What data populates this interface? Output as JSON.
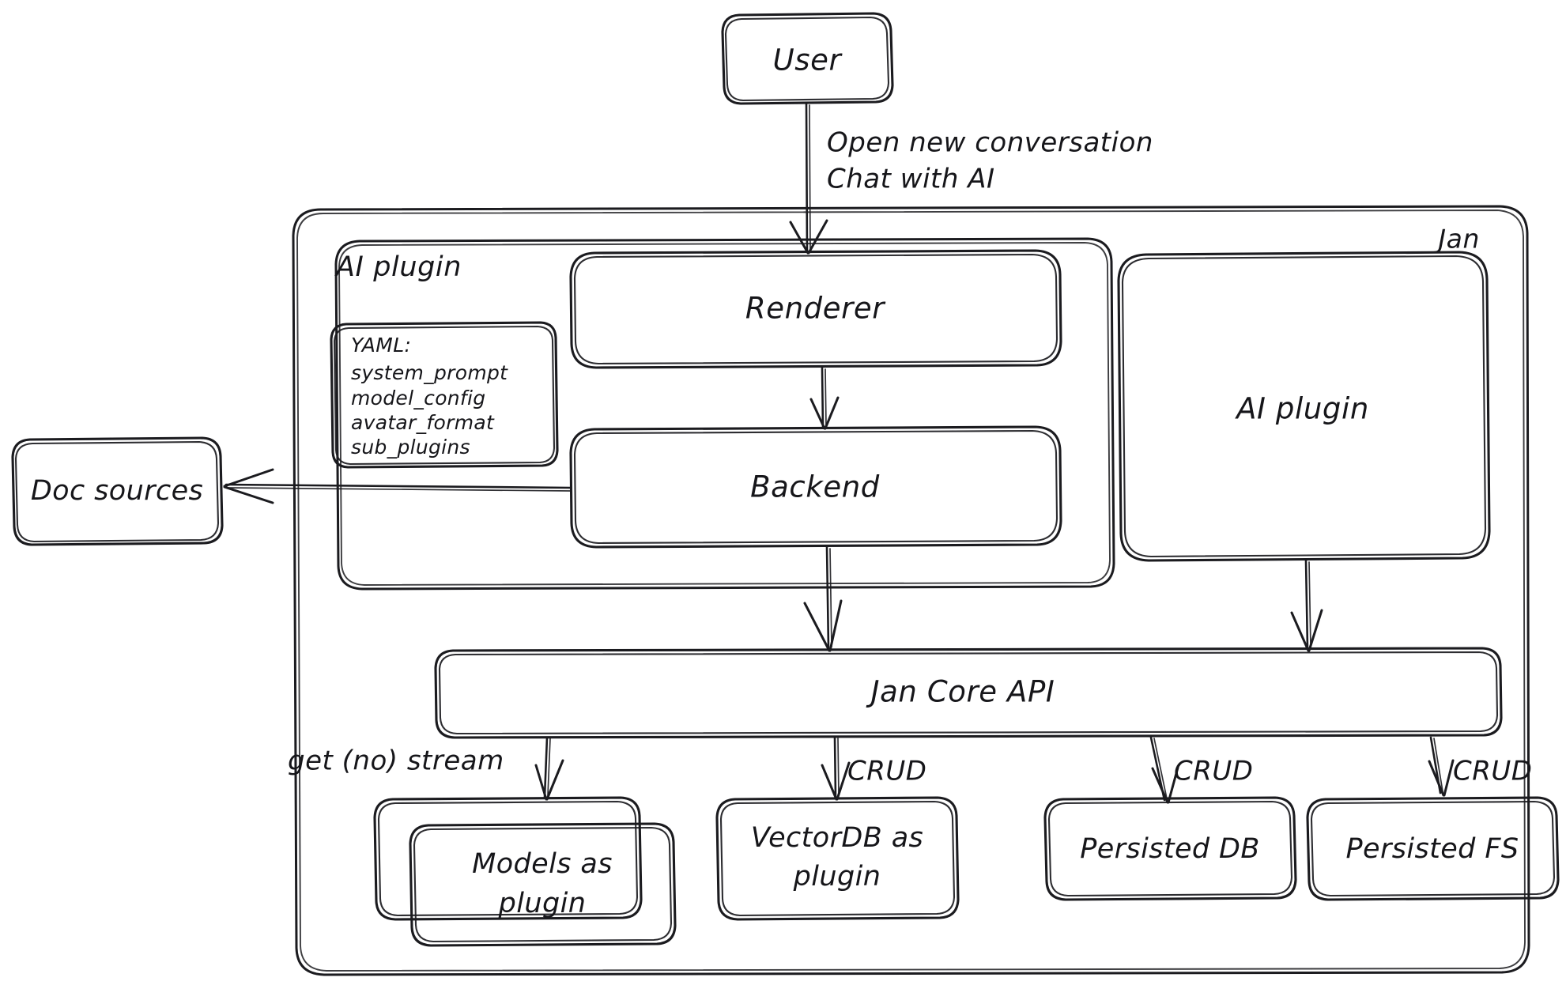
{
  "diagram": {
    "title": "Jan architecture diagram",
    "style": "hand-drawn",
    "stroke_color": "#1b1b1f",
    "background_color": "#ffffff",
    "text_color": "#16161a"
  },
  "containers": {
    "jan": {
      "label": "Jan"
    },
    "ai_plugin_group": {
      "label": "AI plugin"
    }
  },
  "nodes": {
    "user": {
      "label": "User"
    },
    "renderer": {
      "label": "Renderer"
    },
    "backend": {
      "label": "Backend"
    },
    "ai_plugin": {
      "label": "AI plugin"
    },
    "doc_sources": {
      "label": "Doc sources"
    },
    "jan_core_api": {
      "label": "Jan Core API"
    },
    "models_plugin": {
      "label_line1": "Models as",
      "label_line2": "plugin"
    },
    "vectordb_plugin": {
      "label_line1": "VectorDB as",
      "label_line2": "plugin"
    },
    "persisted_db": {
      "label": "Persisted DB"
    },
    "persisted_fs": {
      "label": "Persisted FS"
    }
  },
  "yaml_card": {
    "header": "YAML:",
    "items": [
      "system_prompt",
      "model_config",
      "avatar_format",
      "sub_plugins"
    ]
  },
  "edge_labels": {
    "user_to_renderer_line1": "Open new conversation",
    "user_to_renderer_line2": "Chat with AI",
    "core_to_models": "get (no) stream",
    "core_to_vectordb": "CRUD",
    "core_to_persisted_db": "CRUD",
    "core_to_persisted_fs": "CRUD"
  }
}
